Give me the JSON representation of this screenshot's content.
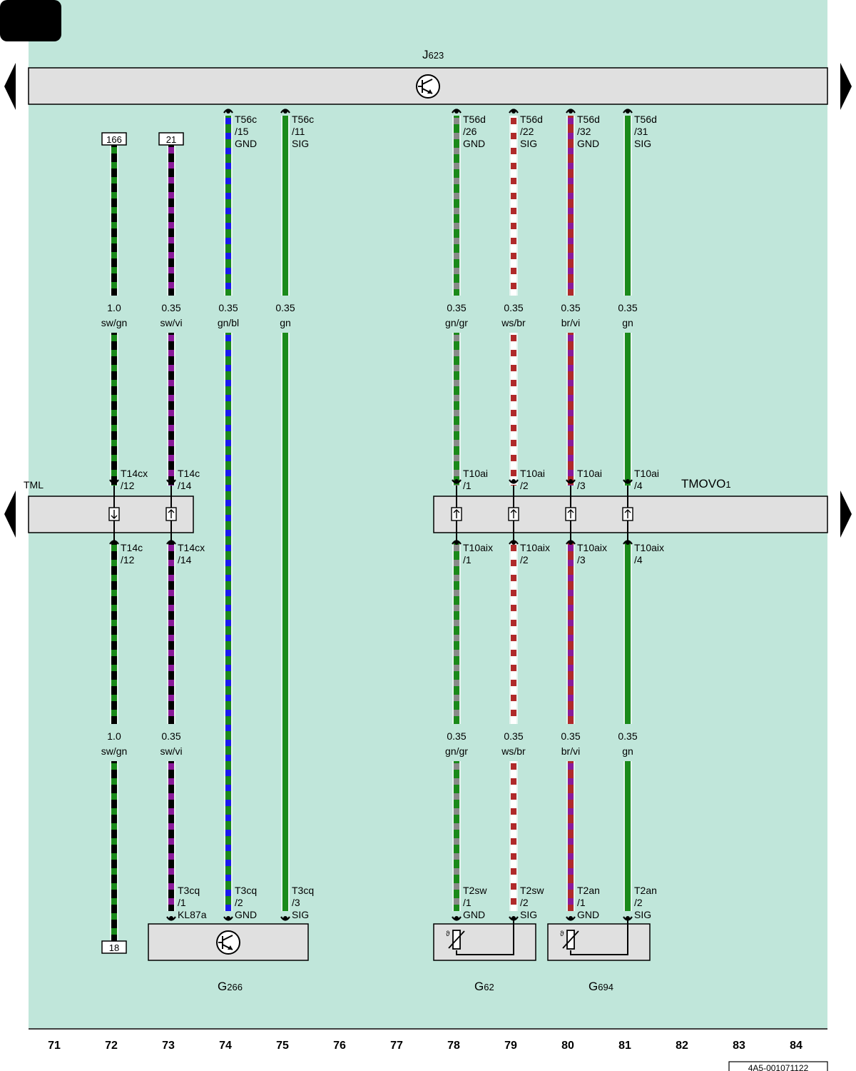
{
  "page_tab": "",
  "colors": {
    "background": "#c0e6da",
    "component_fill": "#e0e0e0",
    "sw": "#000000",
    "gn": "#1a8a1a",
    "vi": "#8a1a9a",
    "bl": "#1a1aee",
    "gr": "#8a8a8a",
    "ws": "#ffffff",
    "br": "#b02a2a"
  },
  "components": {
    "j623": {
      "name": "J",
      "sub": "623"
    },
    "tml": {
      "name": "TML"
    },
    "tmovo": {
      "name": "TMOVO",
      "sub": "1"
    },
    "g266": {
      "name": "G",
      "sub": "266"
    },
    "g62": {
      "name": "G",
      "sub": "62"
    },
    "g694": {
      "name": "G",
      "sub": "694"
    }
  },
  "ref_boxes": {
    "w72_top": "166",
    "w73_top": "21",
    "w72_bottom": "18"
  },
  "wires": [
    {
      "id": "w72",
      "col": 72,
      "colors": [
        "sw",
        "gn"
      ],
      "top_pin": [],
      "seg1": [
        "1.0",
        "sw/gn"
      ],
      "tml_upper": [
        "T14cx",
        "/12"
      ],
      "tml_lower": [
        "T14c",
        "/12"
      ],
      "seg2": [
        "1.0",
        "sw/gn"
      ],
      "bottom_pin": []
    },
    {
      "id": "w73",
      "col": 73,
      "colors": [
        "sw",
        "vi"
      ],
      "top_pin": [],
      "seg1": [
        "0.35",
        "sw/vi"
      ],
      "tml_upper": [
        "T14c",
        "/14"
      ],
      "tml_lower": [
        "T14cx",
        "/14"
      ],
      "seg2": [
        "0.35",
        "sw/vi"
      ],
      "bottom_pin": [
        "T3cq",
        "/1",
        "KL87a"
      ]
    },
    {
      "id": "w74",
      "col": 74,
      "colors": [
        "gn",
        "bl"
      ],
      "top_pin": [
        "T56c",
        "/15",
        "GND"
      ],
      "seg1": [
        "0.35",
        "gn/bl"
      ],
      "bottom_pin": [
        "T3cq",
        "/2",
        "GND"
      ]
    },
    {
      "id": "w75",
      "col": 75,
      "colors": [
        "gn"
      ],
      "top_pin": [
        "T56c",
        "/11",
        "SIG"
      ],
      "seg1": [
        "0.35",
        "gn"
      ],
      "bottom_pin": [
        "T3cq",
        "/3",
        "SIG"
      ]
    },
    {
      "id": "w78",
      "col": 78,
      "colors": [
        "gn",
        "gr"
      ],
      "top_pin": [
        "T56d",
        "/26",
        "GND"
      ],
      "seg1": [
        "0.35",
        "gn/gr"
      ],
      "tmo_upper": [
        "T10ai",
        "/1"
      ],
      "tmo_lower": [
        "T10aix",
        "/1"
      ],
      "seg2": [
        "0.35",
        "gn/gr"
      ],
      "bottom_pin": [
        "T2sw",
        "/1",
        "GND"
      ]
    },
    {
      "id": "w79",
      "col": 79,
      "colors": [
        "ws",
        "br"
      ],
      "top_pin": [
        "T56d",
        "/22",
        "SIG"
      ],
      "seg1": [
        "0.35",
        "ws/br"
      ],
      "tmo_upper": [
        "T10ai",
        "/2"
      ],
      "tmo_lower": [
        "T10aix",
        "/2"
      ],
      "seg2": [
        "0.35",
        "ws/br"
      ],
      "bottom_pin": [
        "T2sw",
        "/2",
        "SIG"
      ]
    },
    {
      "id": "w80",
      "col": 80,
      "colors": [
        "br",
        "vi"
      ],
      "top_pin": [
        "T56d",
        "/32",
        "GND"
      ],
      "seg1": [
        "0.35",
        "br/vi"
      ],
      "tmo_upper": [
        "T10ai",
        "/3"
      ],
      "tmo_lower": [
        "T10aix",
        "/3"
      ],
      "seg2": [
        "0.35",
        "br/vi"
      ],
      "bottom_pin": [
        "T2an",
        "/1",
        "GND"
      ]
    },
    {
      "id": "w81",
      "col": 81,
      "colors": [
        "gn"
      ],
      "top_pin": [
        "T56d",
        "/31",
        "SIG"
      ],
      "seg1": [
        "0.35",
        "gn"
      ],
      "tmo_upper": [
        "T10ai",
        "/4"
      ],
      "tmo_lower": [
        "T10aix",
        "/4"
      ],
      "seg2": [
        "0.35",
        "gn"
      ],
      "bottom_pin": [
        "T2an",
        "/2",
        "SIG"
      ]
    }
  ],
  "columns": [
    "71",
    "72",
    "73",
    "74",
    "75",
    "76",
    "77",
    "78",
    "79",
    "80",
    "81",
    "82",
    "83",
    "84"
  ],
  "doc_number": "4A5-001071122"
}
